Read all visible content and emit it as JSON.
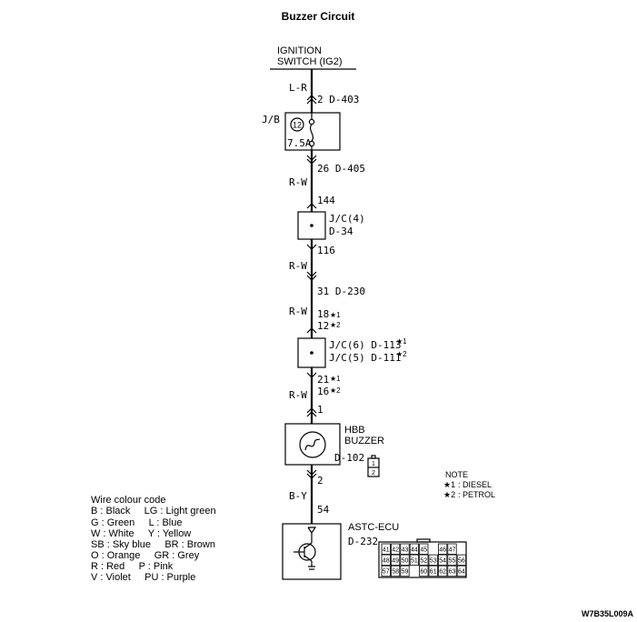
{
  "title": "Buzzer Circuit",
  "ignition": {
    "line1": "IGNITION",
    "line2": "SWITCH (IG2)"
  },
  "wires": {
    "w1": "L-R",
    "w2": "R-W",
    "w3": "R-W",
    "w4": "R-W",
    "w5": "R-W",
    "w6": "B-Y"
  },
  "pins": {
    "p_d403": "2 D-403",
    "p_d405": "26 D-405",
    "p_144": "144",
    "p_116": "116",
    "p_d230": "31 D-230",
    "p_18": "18",
    "p_12": "12",
    "p_21": "21",
    "p_16": "16",
    "p_1": "1",
    "p_2": "2",
    "p_54": "54"
  },
  "jb": {
    "label": "J/B",
    "fuse_no": "12",
    "fuse_amp": "7.5A"
  },
  "jc4": {
    "line1": "J/C(4)",
    "line2": "D-34"
  },
  "jc6": {
    "line1": "J/C(6) D-113",
    "line2": "J/C(5) D-111"
  },
  "buzzer": {
    "line1": "HBB",
    "line2": "BUZZER",
    "code": "D-102",
    "pin1": "1",
    "pin2": "2"
  },
  "ecu": {
    "line1": "ASTC-ECU",
    "code": "D-232",
    "connector_rows": [
      [
        "41",
        "42",
        "43",
        "44",
        "45",
        "",
        "46",
        "47"
      ],
      [
        "48",
        "49",
        "50",
        "51",
        "52",
        "53",
        "54",
        "55",
        "56"
      ],
      [
        "57",
        "58",
        "59",
        "",
        "60",
        "61",
        "62",
        "63",
        "64"
      ]
    ]
  },
  "marks": {
    "star1": "★1",
    "star2": "★2",
    "sup1": "1",
    "sup2": "2"
  },
  "note": {
    "heading": "NOTE",
    "lines": [
      ": DIESEL",
      ": PETROL"
    ]
  },
  "legend": {
    "heading": "Wire colour code",
    "lines": [
      "B : Black     LG : Light green",
      "G : Green     L : Blue",
      "W : White     Y : Yellow",
      "SB : Sky blue     BR : Brown",
      "O : Orange     GR : Grey",
      "R : Red     P : Pink",
      "V : Violet     PU : Purple"
    ]
  },
  "figure_code": "W7B35L009A"
}
